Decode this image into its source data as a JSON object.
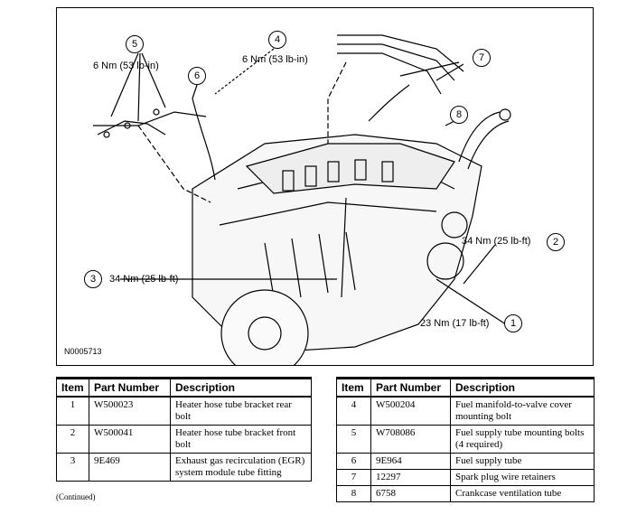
{
  "figure": {
    "id": "N0005713",
    "callouts": [
      {
        "num": "5",
        "torque": "6 Nm (53 lb-in)"
      },
      {
        "num": "4",
        "torque": "6 Nm (53 lb-in)"
      },
      {
        "num": "6",
        "torque": ""
      },
      {
        "num": "7",
        "torque": ""
      },
      {
        "num": "8",
        "torque": ""
      },
      {
        "num": "2",
        "torque": "34 Nm (25 lb-ft)"
      },
      {
        "num": "3",
        "torque": "34 Nm (25 lb-ft)"
      },
      {
        "num": "1",
        "torque": "23 Nm (17 lb-ft)"
      }
    ]
  },
  "table": {
    "headers": [
      "Item",
      "Part Number",
      "Description"
    ],
    "left_rows": [
      {
        "item": "1",
        "part": "W500023",
        "desc": "Heater hose tube bracket rear bolt"
      },
      {
        "item": "2",
        "part": "W500041",
        "desc": "Heater hose tube bracket front bolt"
      },
      {
        "item": "3",
        "part": "9E469",
        "desc": "Exhaust gas recirculation (EGR) system module tube fitting"
      }
    ],
    "right_rows": [
      {
        "item": "4",
        "part": "W500204",
        "desc": "Fuel manifold-to-valve cover mounting bolt"
      },
      {
        "item": "5",
        "part": "W708086",
        "desc": "Fuel supply tube mounting bolts (4 required)"
      },
      {
        "item": "6",
        "part": "9E964",
        "desc": "Fuel supply tube"
      },
      {
        "item": "7",
        "part": "12297",
        "desc": "Spark plug wire retainers"
      },
      {
        "item": "8",
        "part": "6758",
        "desc": "Crankcase ventilation tube"
      }
    ],
    "continued": "(Continued)"
  }
}
